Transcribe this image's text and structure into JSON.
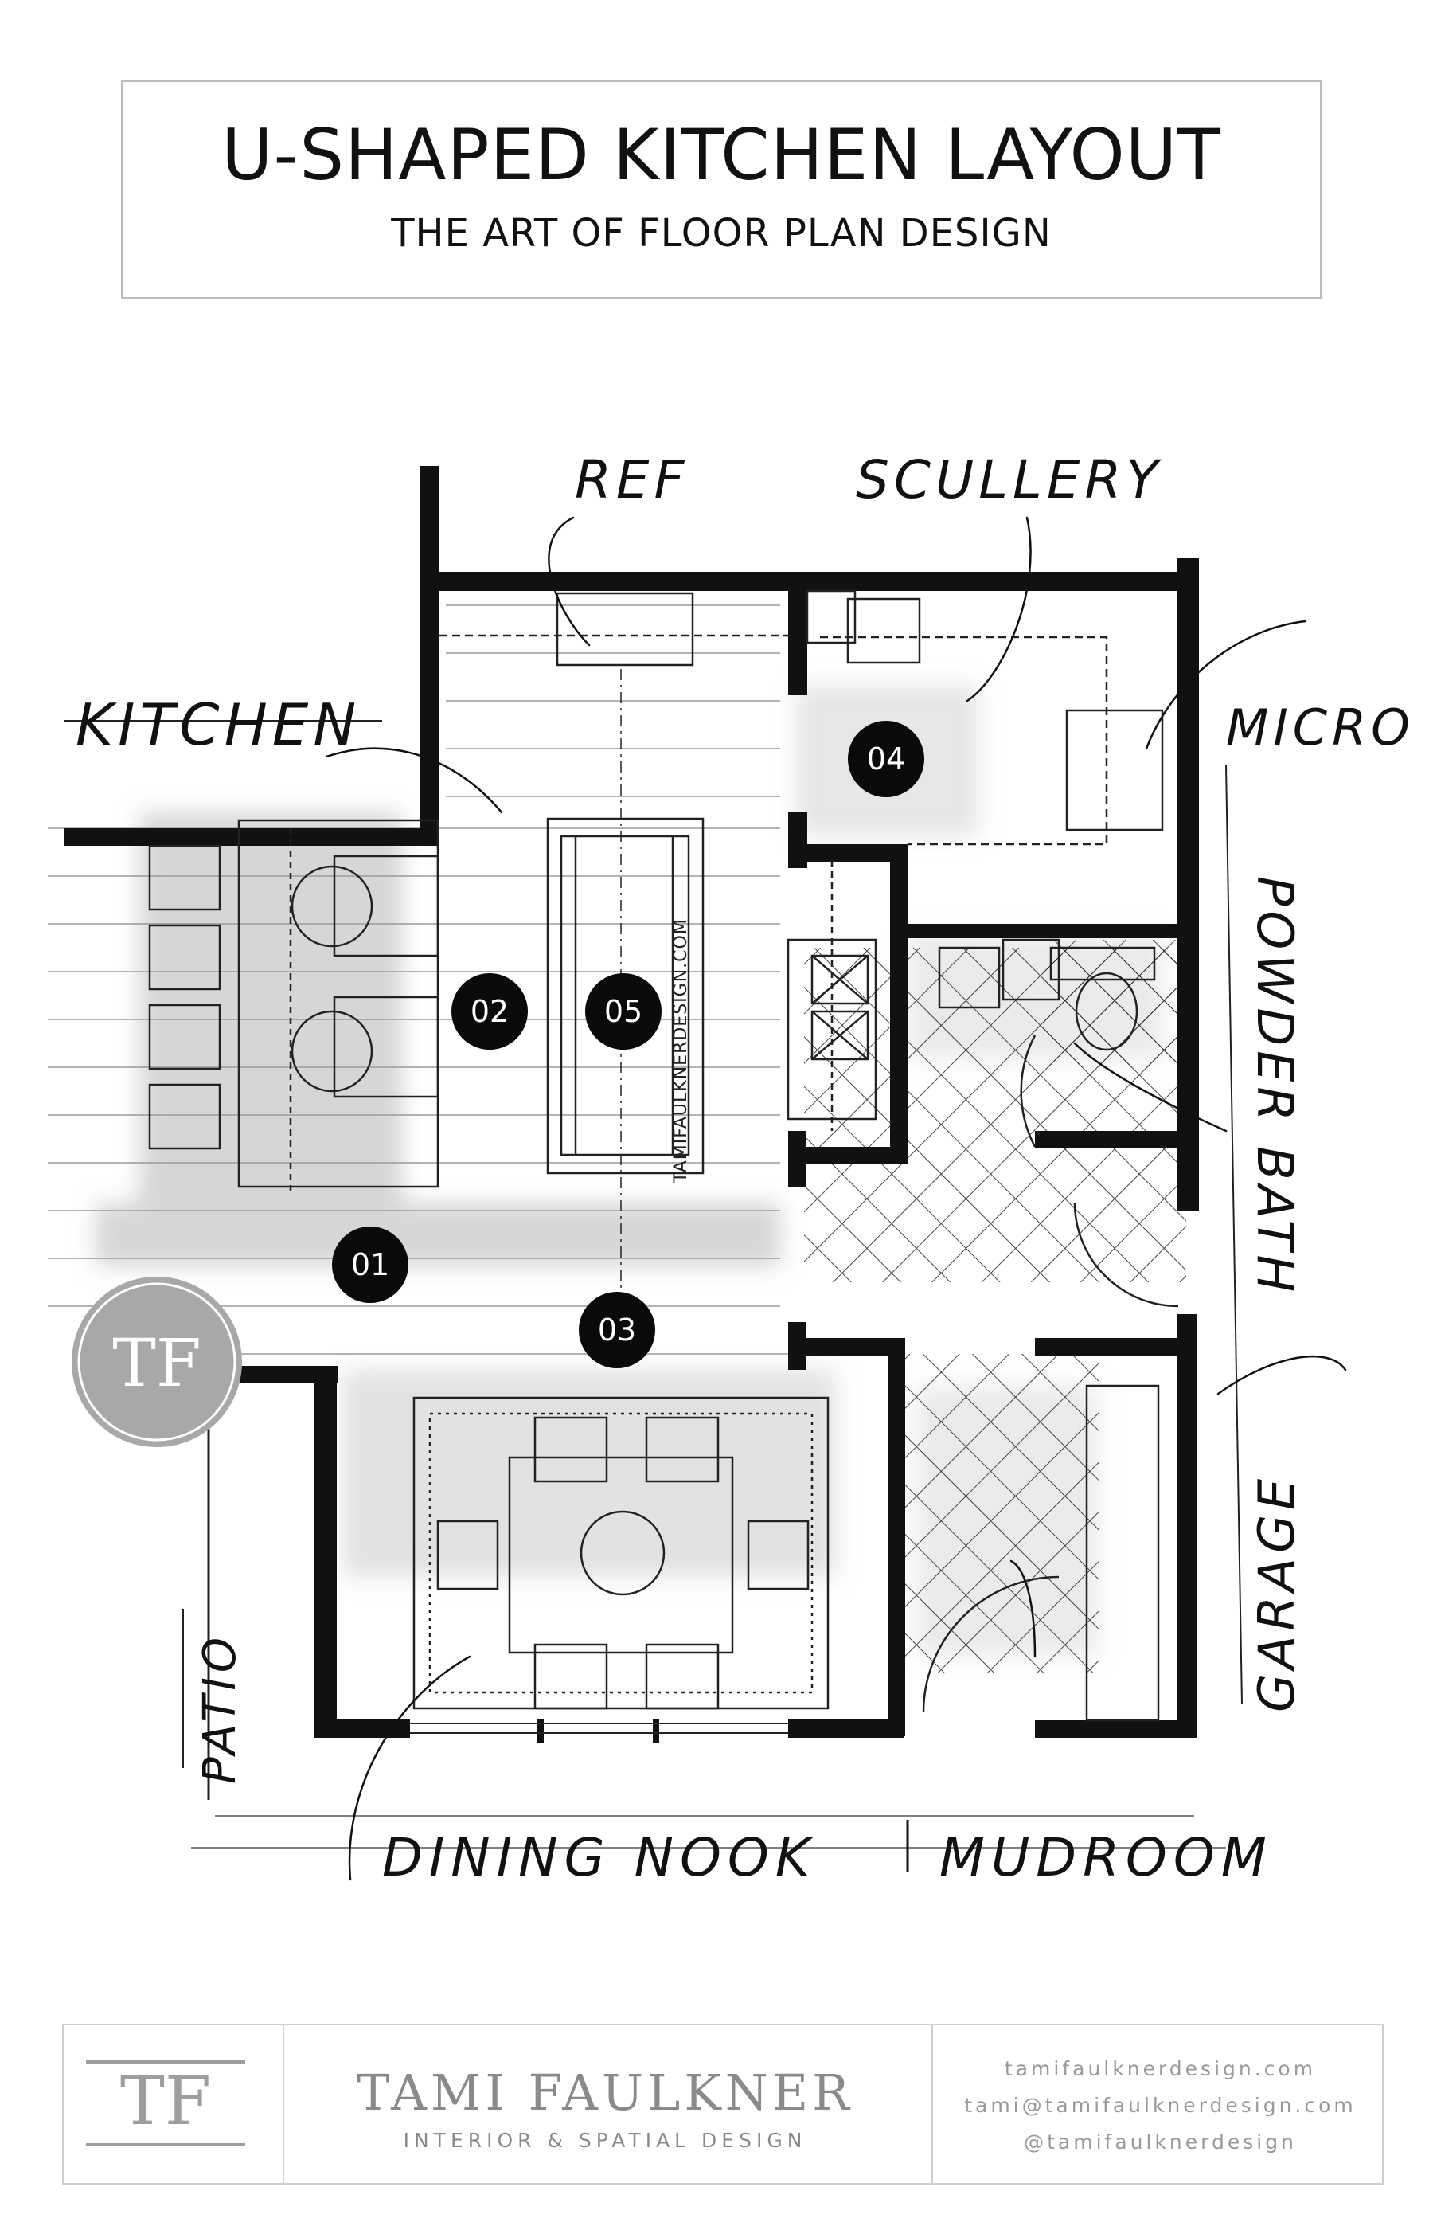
{
  "header": {
    "title": "U-SHAPED KITCHEN LAYOUT",
    "subtitle": "THE ART OF FLOOR PLAN DESIGN"
  },
  "plan": {
    "room_labels": {
      "kitchen": "KITCHEN",
      "ref": "REF",
      "scullery": "SCULLERY",
      "micro": "MICRO",
      "powder_bath": "POWDER BATH",
      "garage": "GARAGE",
      "patio": "PATIO",
      "dining_nook": "DINING NOOK",
      "mudroom": "MUDROOM"
    },
    "markers": [
      "01",
      "02",
      "03",
      "04",
      "05"
    ],
    "watermark": "TAMIFAULKNERDESIGN.COM",
    "badge": "TF"
  },
  "footer": {
    "logo": "TF",
    "brand": "TAMI FAULKNER",
    "tagline": "INTERIOR & SPATIAL DESIGN",
    "website": "tamifaulknerdesign.com",
    "email": "tami@tamifaulknerdesign.com",
    "handle": "@tamifaulknerdesign"
  },
  "colors": {
    "wall": "#111111",
    "marker": "#0a0a0a",
    "badge": "#a8a8a8",
    "footer_text": "#8a8a8a"
  }
}
